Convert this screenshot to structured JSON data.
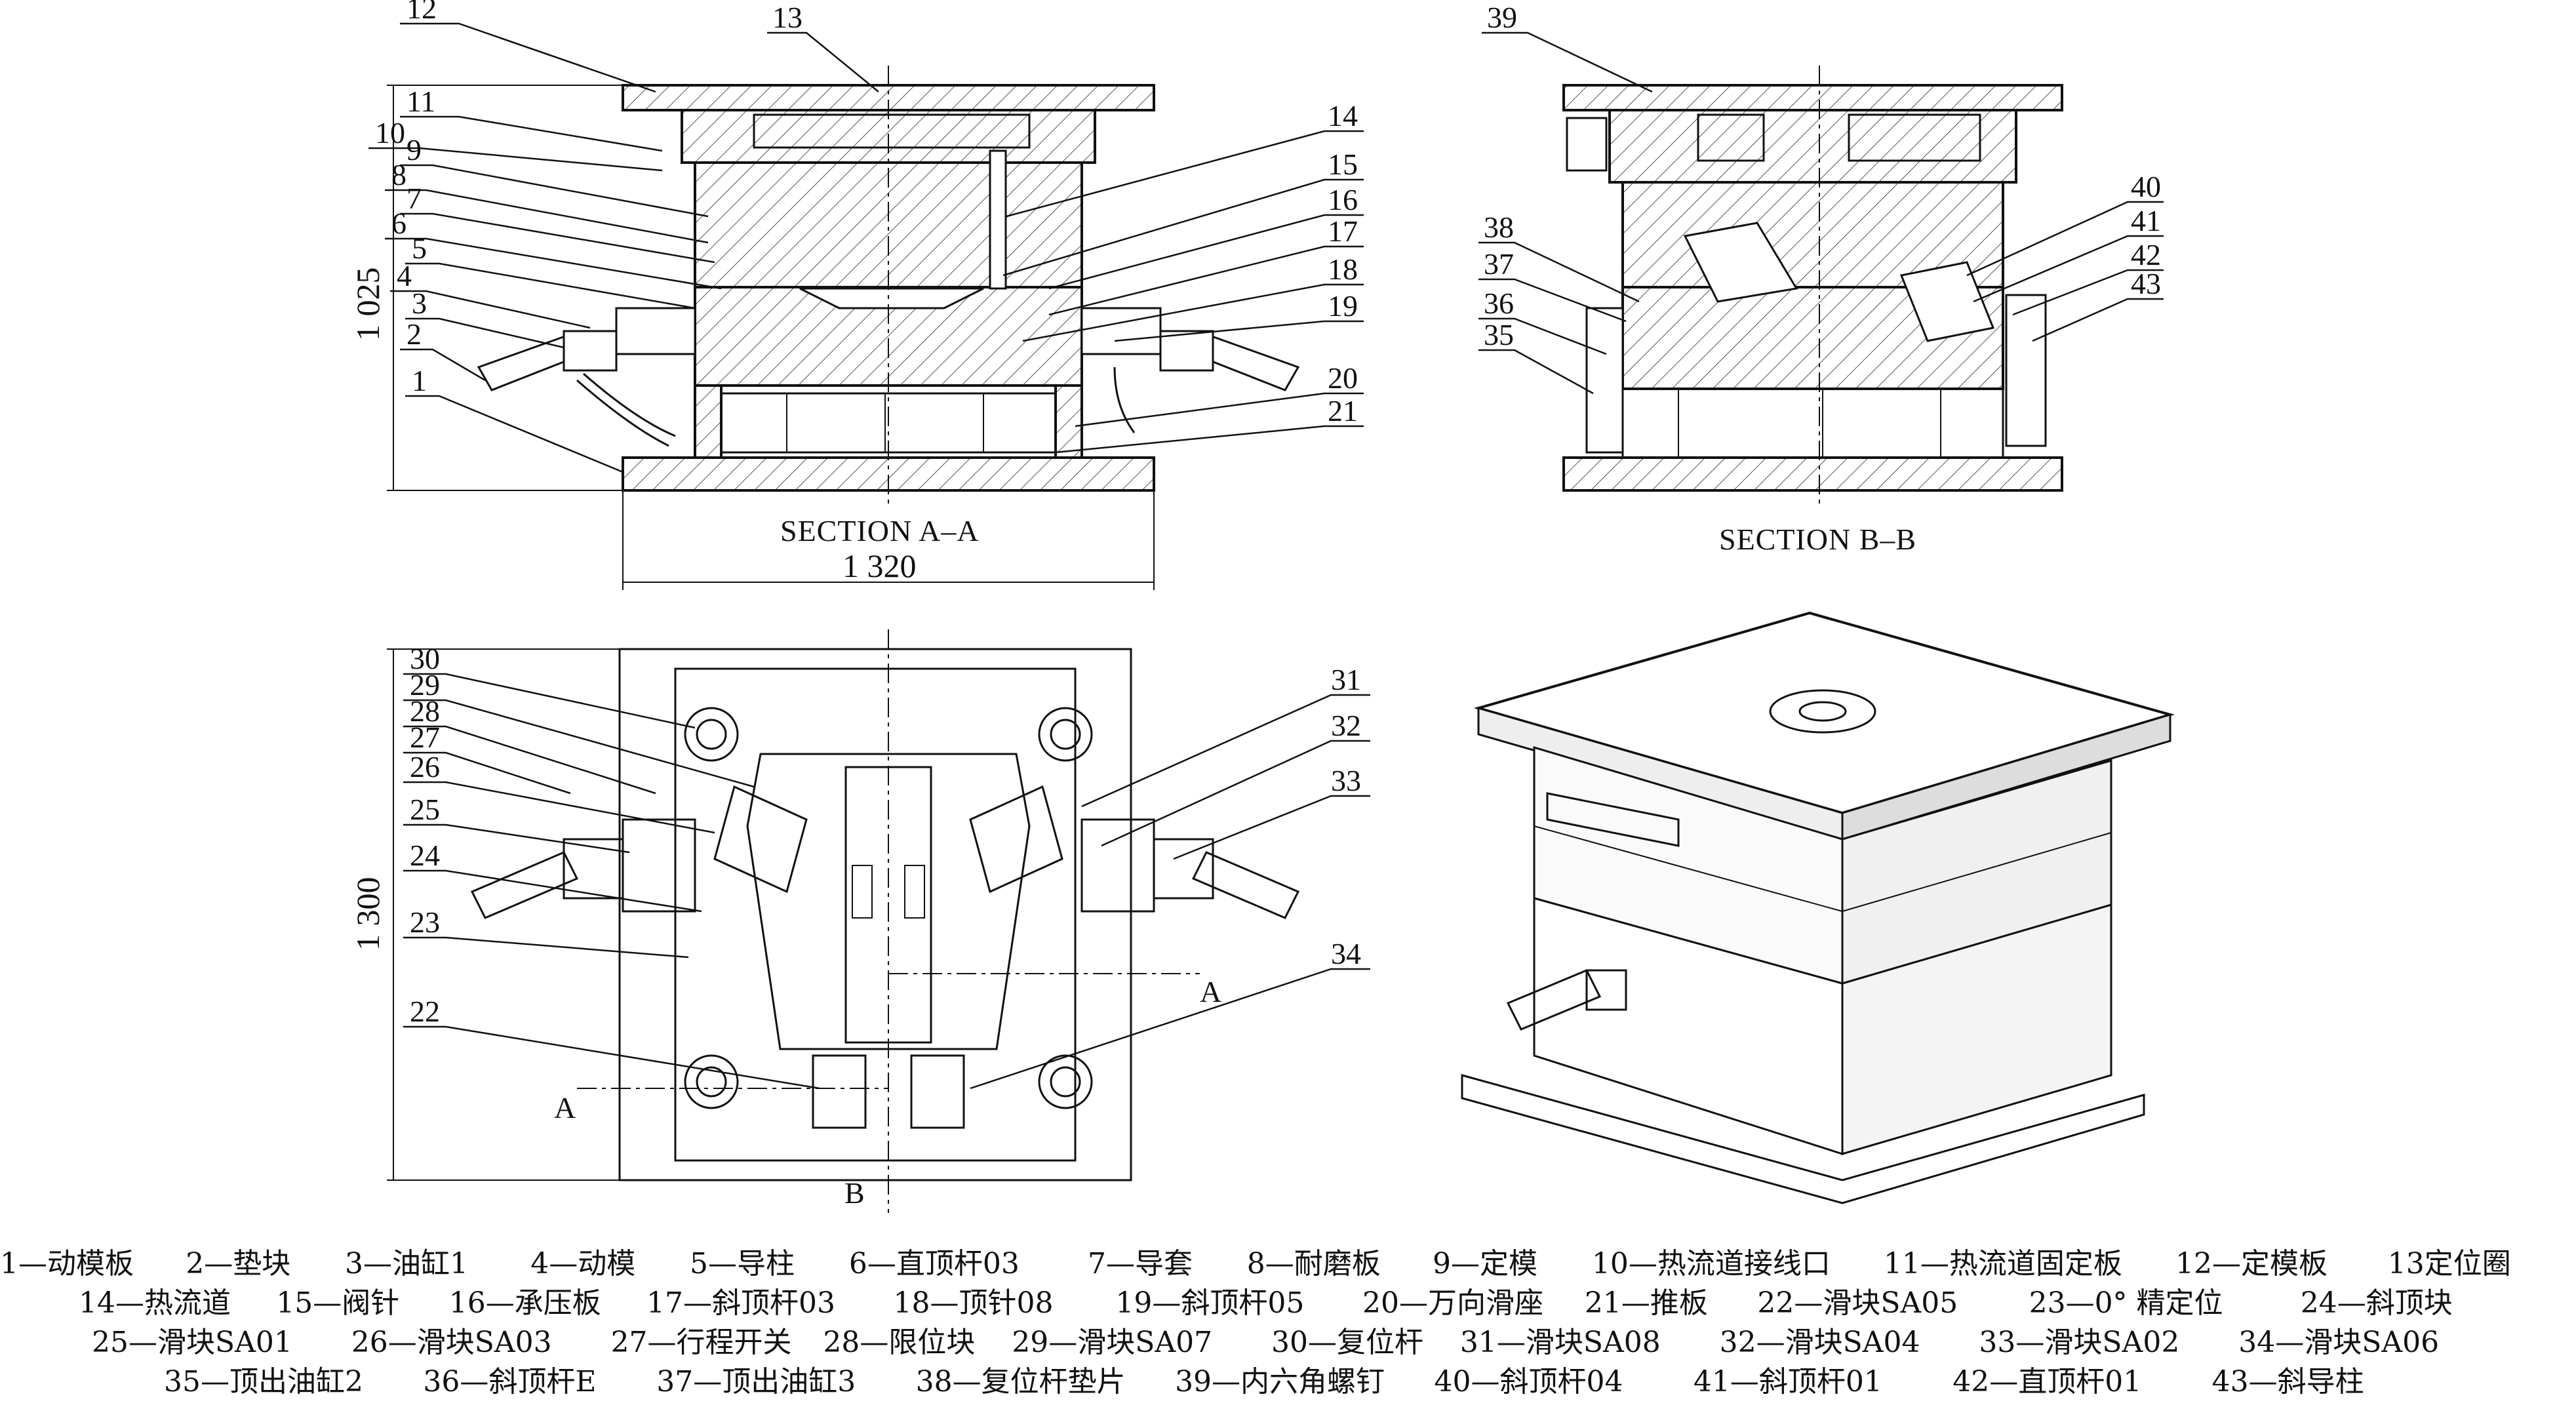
{
  "views": {
    "section_aa": {
      "caption": "SECTION A–A",
      "dim_width": "1 320",
      "dim_height": "1 025"
    },
    "section_bb": {
      "caption": "SECTION B–B"
    },
    "plan": {
      "dim_height": "1 300",
      "mark_a_left": "A",
      "mark_a_right": "A",
      "mark_b": "B"
    }
  },
  "callouts": {
    "sec_aa_left": [
      "12",
      "11",
      "10",
      "9",
      "8",
      "7",
      "6",
      "5",
      "4",
      "3",
      "2",
      "1"
    ],
    "sec_aa_top": "13",
    "sec_aa_right": [
      "14",
      "15",
      "16",
      "17",
      "18",
      "19",
      "20",
      "21"
    ],
    "sec_bb_top": "39",
    "sec_bb_left": [
      "38",
      "37",
      "36",
      "35"
    ],
    "sec_bb_right": [
      "40",
      "41",
      "42",
      "43"
    ],
    "plan_left": [
      "30",
      "29",
      "28",
      "27",
      "26",
      "25",
      "24",
      "23",
      "22"
    ],
    "plan_right": [
      "31",
      "32",
      "33",
      "34"
    ]
  },
  "legend": {
    "line1": [
      "1—动模板",
      "2—垫块",
      "3—油缸1",
      "4—动模",
      "5—导柱",
      "6—直顶杆03",
      "7—导套",
      "8—耐磨板",
      "9—定模",
      "10—热流道接线口",
      "11—热流道固定板",
      "12—定模板",
      "13定位圈"
    ],
    "line2": [
      "14—热流道",
      "15—阀针",
      "16—承压板",
      "17—斜顶杆03",
      "18—顶针08",
      "19—斜顶杆05",
      "20—万向滑座",
      "21—推板",
      "22—滑块SA05",
      "23—0° 精定位",
      "24—斜顶块"
    ],
    "line3": [
      "25—滑块SA01",
      "26—滑块SA03",
      "27—行程开关",
      "28—限位块",
      "29—滑块SA07",
      "30—复位杆",
      "31—滑块SA08",
      "32—滑块SA04",
      "33—滑块SA02",
      "34—滑块SA06"
    ],
    "line4": [
      "35—顶出油缸2",
      "36—斜顶杆E",
      "37—顶出油缸3",
      "38—复位杆垫片",
      "39—内六角螺钉",
      "40—斜顶杆04",
      "41—斜顶杆01",
      "42—直顶杆01",
      "43—斜导柱"
    ]
  }
}
